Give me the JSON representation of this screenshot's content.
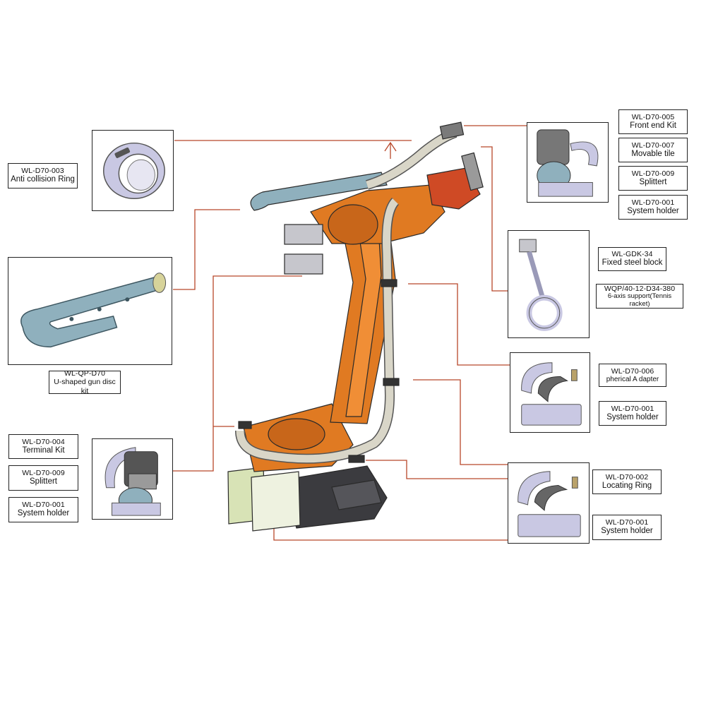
{
  "parts": {
    "anti_collision_ring": {
      "code": "WL-D70-003",
      "name": "Anti collision Ring"
    },
    "u_gun_disc_kit": {
      "code": "WL-QP-D70",
      "name": "U-shaped gun disc kit"
    },
    "terminal_kit": {
      "code": "WL-D70-004",
      "name": "Terminal Kit"
    },
    "splittert_left": {
      "code": "WL-D70-009",
      "name": "Splittert"
    },
    "system_holder_left": {
      "code": "WL-D70-001",
      "name": "System holder"
    },
    "front_end_kit": {
      "code": "WL-D70-005",
      "name": "Front end Kit"
    },
    "movable_tile": {
      "code": "WL-D70-007",
      "name": "Movable tile"
    },
    "splittert_right": {
      "code": "WL-D70-009",
      "name": "Splittert"
    },
    "system_holder_top": {
      "code": "WL-D70-001",
      "name": "System holder"
    },
    "fixed_steel_block": {
      "code": "WL-GDK-34",
      "name": "Fixed steel block"
    },
    "six_axis_support": {
      "code": "WQP/40-12-D34-380",
      "name": "6-axis support(Tennis racket)"
    },
    "spherical_adapter": {
      "code": "WL-D70-006",
      "name": "pherical A dapter"
    },
    "system_holder_mid": {
      "code": "WL-D70-001",
      "name": "System holder"
    },
    "locating_ring": {
      "code": "WL-D70-002",
      "name": "Locating Ring"
    },
    "system_holder_bottom": {
      "code": "WL-D70-001",
      "name": "System holder"
    }
  },
  "colors": {
    "leader_line": "#b8472a",
    "robot_orange": "#e07a22",
    "robot_orange_dark": "#b55a12",
    "hose_beige": "#d9d6c8",
    "ring_lavender": "#c9c8e3",
    "teal_part": "#8fb0bd",
    "base_gray": "#3b3b3f",
    "cabinet_green": "#d8e3b6"
  },
  "icons": [
    "anti-collision-ring-icon",
    "u-gun-disc-kit-icon",
    "terminal-kit-icon",
    "front-end-kit-icon",
    "tennis-racket-support-icon",
    "spherical-adapter-icon",
    "locating-ring-icon",
    "robot-arm-illustration"
  ]
}
